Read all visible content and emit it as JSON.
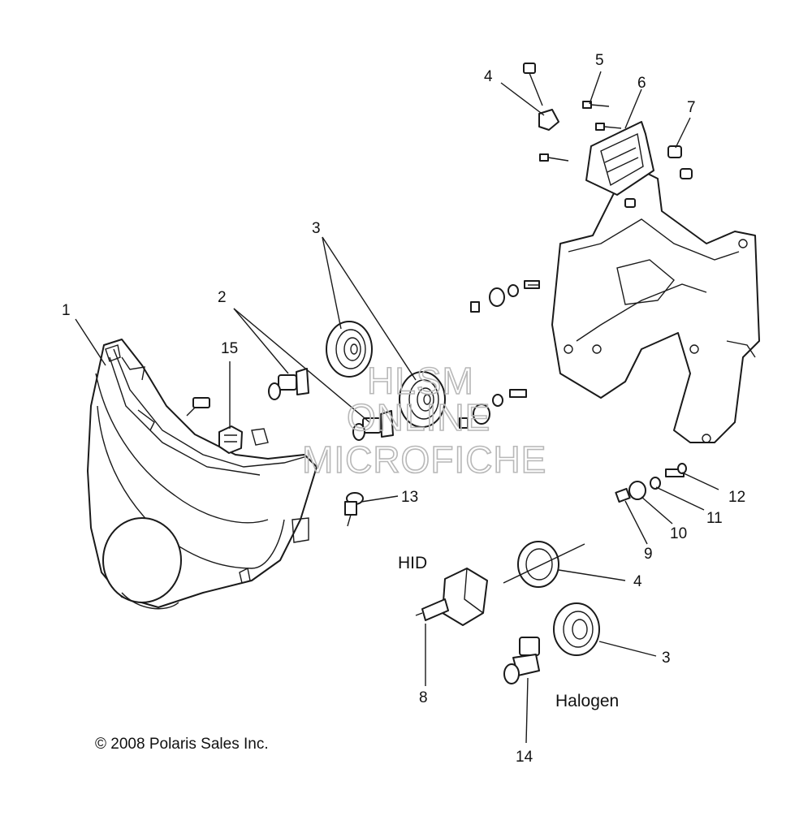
{
  "callouts": [
    {
      "id": "c1",
      "label": "1"
    },
    {
      "id": "c2",
      "label": "2"
    },
    {
      "id": "c3a",
      "label": "3"
    },
    {
      "id": "c4a",
      "label": "4"
    },
    {
      "id": "c5",
      "label": "5"
    },
    {
      "id": "c6",
      "label": "6"
    },
    {
      "id": "c7",
      "label": "7"
    },
    {
      "id": "c15",
      "label": "15"
    },
    {
      "id": "c13",
      "label": "13"
    },
    {
      "id": "c12",
      "label": "12"
    },
    {
      "id": "c11",
      "label": "11"
    },
    {
      "id": "c10",
      "label": "10"
    },
    {
      "id": "c9",
      "label": "9"
    },
    {
      "id": "c4b",
      "label": "4"
    },
    {
      "id": "c3b",
      "label": "3"
    },
    {
      "id": "c8",
      "label": "8"
    },
    {
      "id": "c14",
      "label": "14"
    }
  ],
  "sections": {
    "hid": "HID",
    "halogen": "Halogen"
  },
  "watermark": {
    "line1": "HLSM",
    "line2": "ONLINE",
    "line3": "MICROFICHE"
  },
  "copyright": "© 2008 Polaris Sales Inc."
}
